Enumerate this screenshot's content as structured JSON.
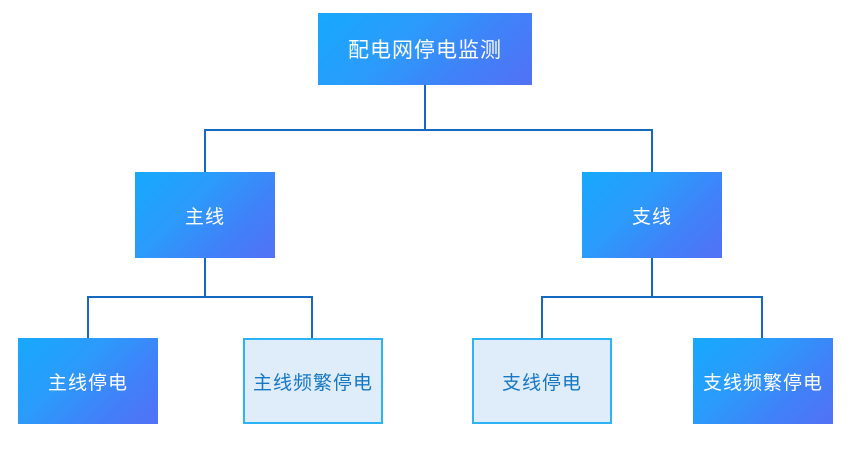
{
  "diagram": {
    "type": "tree-hierarchy",
    "title": "配电网停电监测",
    "background_color": "#ffffff",
    "colors": {
      "gradient_start": "#16a9fc",
      "gradient_end": "#5271f5",
      "outlined_fill": "#dfecfa",
      "outlined_border": "#2bb3f5",
      "outlined_text": "#1677c4",
      "filled_text": "#ffffff",
      "connector_line": "#1569c0"
    },
    "root": {
      "label": "配电网停电监测",
      "style": "filled"
    },
    "level2": [
      {
        "label": "主线",
        "style": "filled"
      },
      {
        "label": "支线",
        "style": "filled"
      }
    ],
    "leaves": [
      {
        "label": "主线停电",
        "style": "filled",
        "parent": "主线"
      },
      {
        "label": "主线频繁停电",
        "style": "outlined",
        "parent": "主线"
      },
      {
        "label": "支线停电",
        "style": "outlined",
        "parent": "支线"
      },
      {
        "label": "支线频繁停电",
        "style": "filled",
        "parent": "支线"
      }
    ]
  }
}
